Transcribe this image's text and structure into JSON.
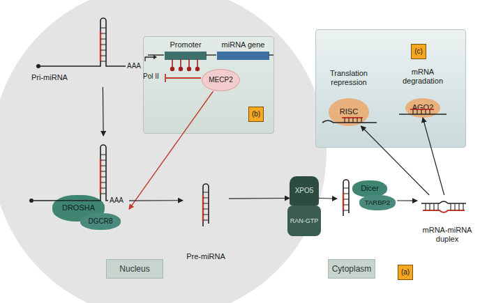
{
  "diagram": {
    "nodes": [
      {
        "text": [
          "Pri-miRNA"
        ]
      },
      {
        "text": [
          "(b)"
        ]
      },
      {
        "text": [
          "Promoter"
        ],
        "in": 1
      },
      {
        "text": [
          "miRNA gene"
        ],
        "in": 1
      },
      {
        "text": [
          "MECP2"
        ],
        "in": 1
      },
      {
        "text": [
          "DROSHA"
        ]
      },
      {
        "text": [
          "DGCR8"
        ]
      },
      {
        "text": [
          "Pre-miRNA"
        ]
      },
      {
        "text": [
          "XPO5"
        ]
      },
      {
        "text": [
          "RAN-GTP"
        ]
      },
      {
        "text": [
          "Dicer"
        ]
      },
      {
        "text": [
          "TARBP2"
        ]
      },
      {
        "text": [
          "mRNA-miRNA duplex"
        ]
      },
      {
        "text": [
          "(c)"
        ]
      },
      {
        "text": [
          "Translation repression",
          "RISC"
        ],
        "in": 13
      },
      {
        "text": [
          "mRNA degradation",
          "AGO2"
        ],
        "in": 13
      },
      {
        "text": [
          "Nucleus"
        ]
      },
      {
        "text": [
          "Cytoplasm"
        ]
      },
      {
        "text": [
          "(a)"
        ]
      }
    ],
    "edges": [
      {
        "from": 0,
        "to": 5,
        "arrow": "to"
      },
      {
        "from": 4,
        "to": 5,
        "arrow": "to"
      },
      {
        "from": 5,
        "to": 7,
        "arrow": "to"
      },
      {
        "from": 7,
        "to": 8,
        "arrow": "to"
      },
      {
        "from": 8,
        "to": 10,
        "arrow": "to"
      },
      {
        "from": 10,
        "to": 12,
        "arrow": "to"
      },
      {
        "from": 12,
        "to": 14,
        "arrow": "to"
      },
      {
        "from": 12,
        "to": 15,
        "arrow": "to"
      }
    ],
    "labels": [
      "AAA",
      "Pol II",
      "AAA"
    ]
  }
}
